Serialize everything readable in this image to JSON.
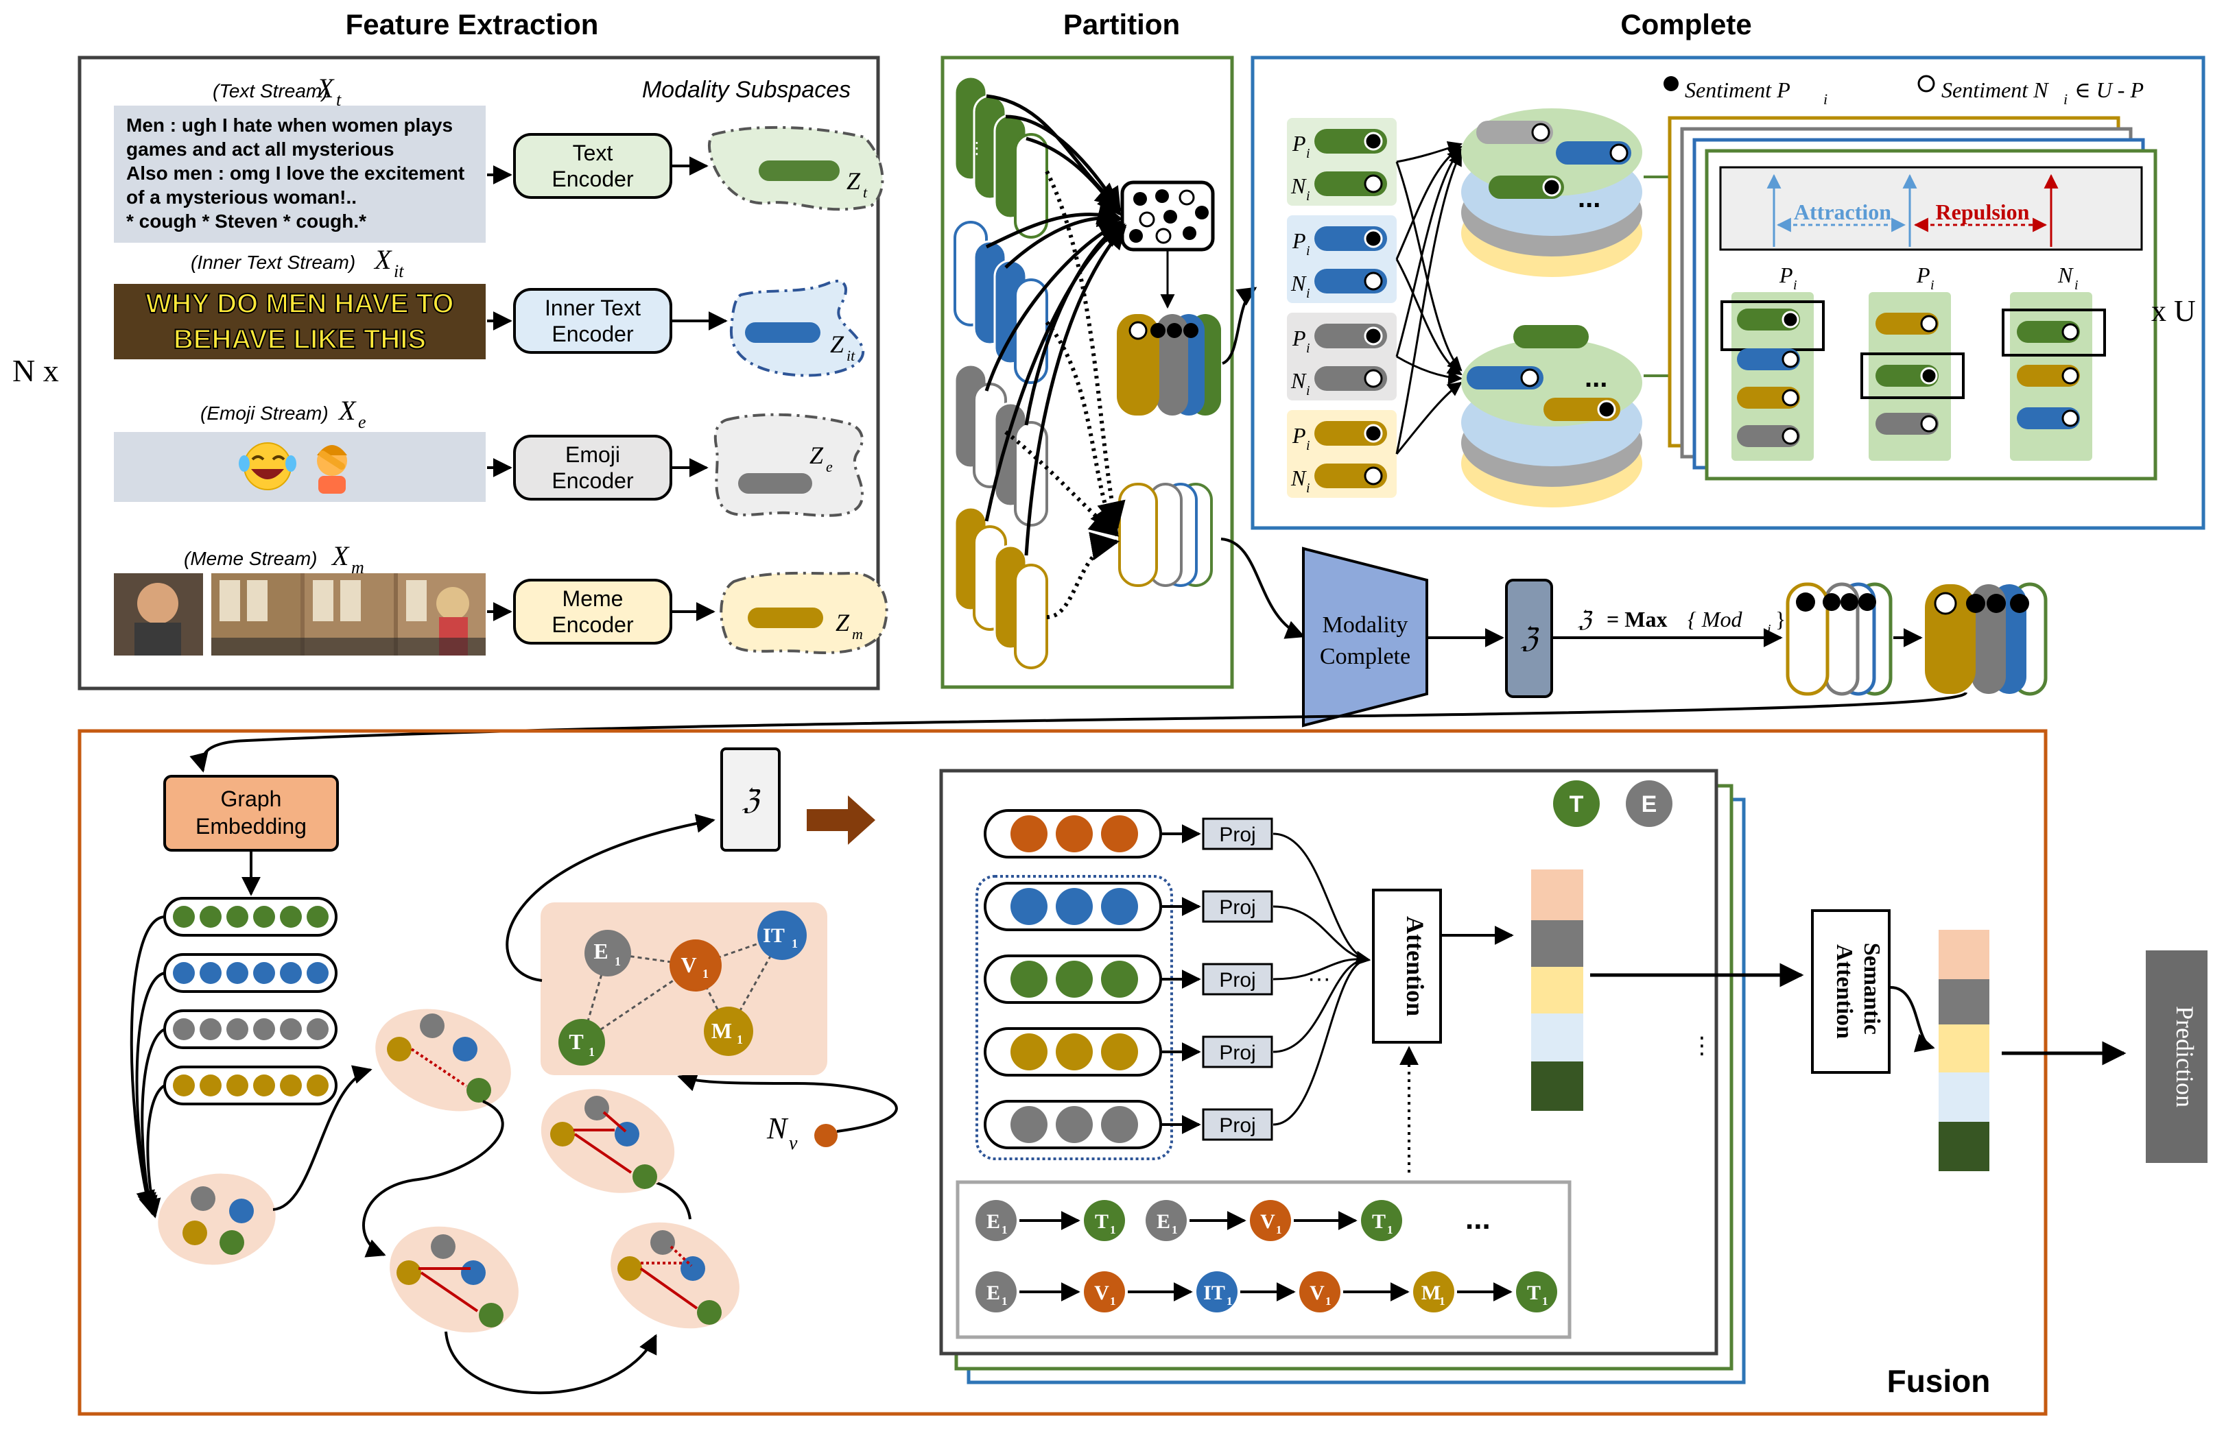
{
  "sections": {
    "feature_extraction": "Feature Extraction",
    "partition": "Partition",
    "complete": "Complete",
    "fusion": "Fusion"
  },
  "feature": {
    "modality_subspaces": "Modality Subspaces",
    "n_times": "N x",
    "text_stream": "(Text Stream)",
    "text_stream_symbol": "X",
    "text_stream_sub": "t",
    "text_lines": [
      "Men : ugh I hate when women plays",
      "games and act all mysterious",
      "Also men : omg I love the excitement",
      "of a mysterious woman!..",
      "* cough * Steven * cough.*"
    ],
    "inner_text_stream": "(Inner Text Stream)",
    "inner_text_symbol": "X",
    "inner_text_sub": "it",
    "meme_text_lines": [
      "WHY DO MEN HAVE TO",
      "BEHAVE LIKE THIS"
    ],
    "emoji_stream": "(Emoji Stream)",
    "emoji_symbol": "X",
    "emoji_sub": "e",
    "emojis": "😂 🤦",
    "meme_stream": "(Meme Stream)",
    "meme_symbol": "X",
    "meme_sub": "m",
    "encoders": {
      "text": [
        "Text",
        "Encoder"
      ],
      "inner_text": [
        "Inner Text",
        "Encoder"
      ],
      "emoji": [
        "Emoji",
        "Encoder"
      ],
      "meme": [
        "Meme",
        "Encoder"
      ]
    },
    "subspace_labels": [
      {
        "symbol": "Z",
        "sub": "t"
      },
      {
        "symbol": "Z",
        "sub": "it"
      },
      {
        "symbol": "Z",
        "sub": "e"
      },
      {
        "symbol": "Z",
        "sub": "m"
      }
    ]
  },
  "complete": {
    "legend_pos": "Sentiment P",
    "legend_pos_sub": "i",
    "legend_neg": "Sentiment N",
    "legend_neg_sub": "i",
    "legend_neg_set": "∈  U - P",
    "attraction": "Attraction",
    "repulsion": "Repulsion",
    "p_label": "P",
    "n_label": "N",
    "sub_i": "i",
    "times_u": "x U",
    "dots": "..."
  },
  "modality_complete": {
    "label": [
      "Modality",
      "Complete"
    ],
    "max_symbol": "ℨ",
    "formula_bold": "= Max",
    "formula_rest": "{ Mod",
    "formula_sub": "i",
    "formula_close": "}"
  },
  "fusion": {
    "graph_embedding": [
      "Graph",
      "Embedding"
    ],
    "nodes": {
      "e1": "E",
      "v1": "V",
      "it1": "IT",
      "t1": "T",
      "m1": "M",
      "sub": "1"
    },
    "nv_symbol": "N",
    "nv_sub": "v",
    "zeta": "ℨ",
    "proj": "Proj",
    "attention": "Attention",
    "semantic_attention": [
      "Semantic",
      "Attention"
    ],
    "prediction": "Prediction",
    "badge_t": "T",
    "badge_e": "E",
    "dots": "···",
    "vdots": "⋮",
    "seq_dots": "..."
  },
  "colors": {
    "green": "#4d7f2b",
    "blue": "#2e6eb5",
    "gray": "#7a7a7a",
    "gold": "#b78c05",
    "orange": "#c55a11",
    "partition_border": "#548235",
    "complete_border": "#2e75b6",
    "fusion_border": "#c55a11",
    "modality_complete": "#8ea9db",
    "graph_embedding": "#f4b183",
    "peach": "#f8dccb",
    "prediction": "#6b6b6b"
  }
}
